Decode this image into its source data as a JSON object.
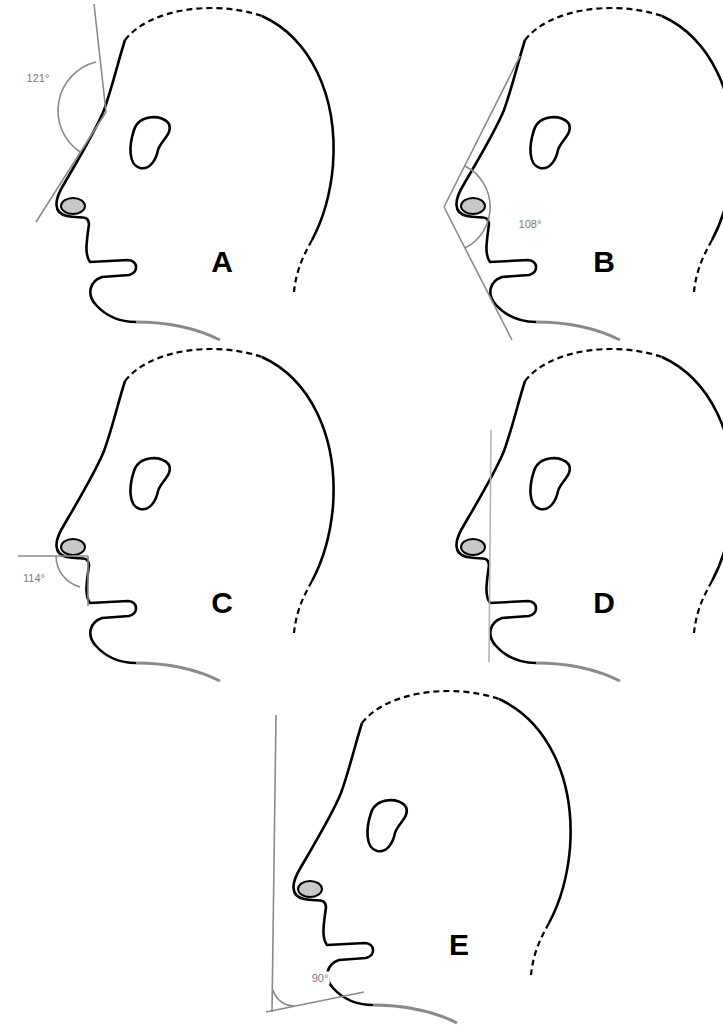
{
  "diagram": {
    "labels": [
      "121°",
      "A",
      "108°",
      "B",
      "114°",
      "C",
      "D",
      "90°",
      "E"
    ]
  }
}
